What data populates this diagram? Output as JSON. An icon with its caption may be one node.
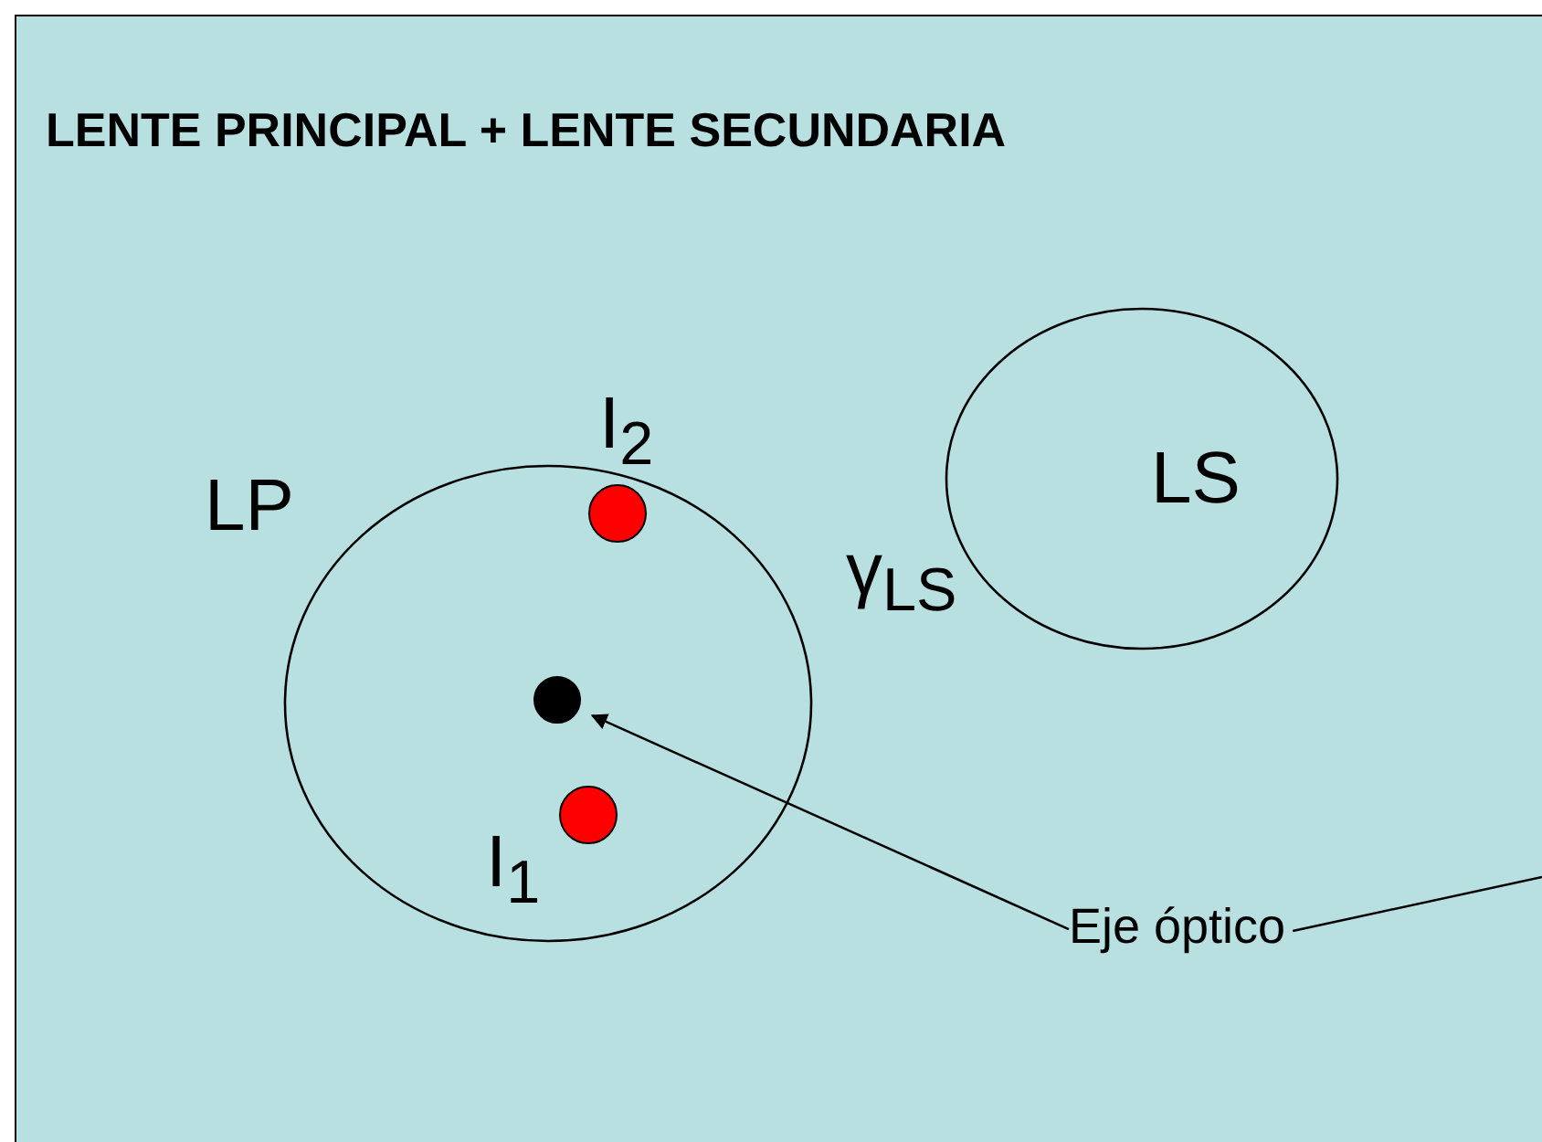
{
  "diagram": {
    "title": "LENTE PRINCIPAL + LENTE SECUNDARIA",
    "nodes": [
      {
        "text": [
          "LP"
        ]
      },
      {
        "text": [],
        "shape": "circle",
        "in": 0,
        "beside": [
          "I$_{2}$"
        ]
      },
      {
        "text": [],
        "shape": "circle",
        "in": 0
      },
      {
        "text": [],
        "shape": "circle",
        "in": 0,
        "beside": [
          "I$_{1}$"
        ]
      },
      {
        "text": [
          "LS"
        ],
        "beside": [
          "γ$_{LS}$"
        ]
      },
      {
        "text": [
          "Eje óptico"
        ]
      }
    ],
    "edges": [
      {
        "from": 5,
        "to": 2,
        "arrow": "to"
      },
      {
        "from": 5,
        "to": null,
        "arrow": "none"
      }
    ]
  }
}
